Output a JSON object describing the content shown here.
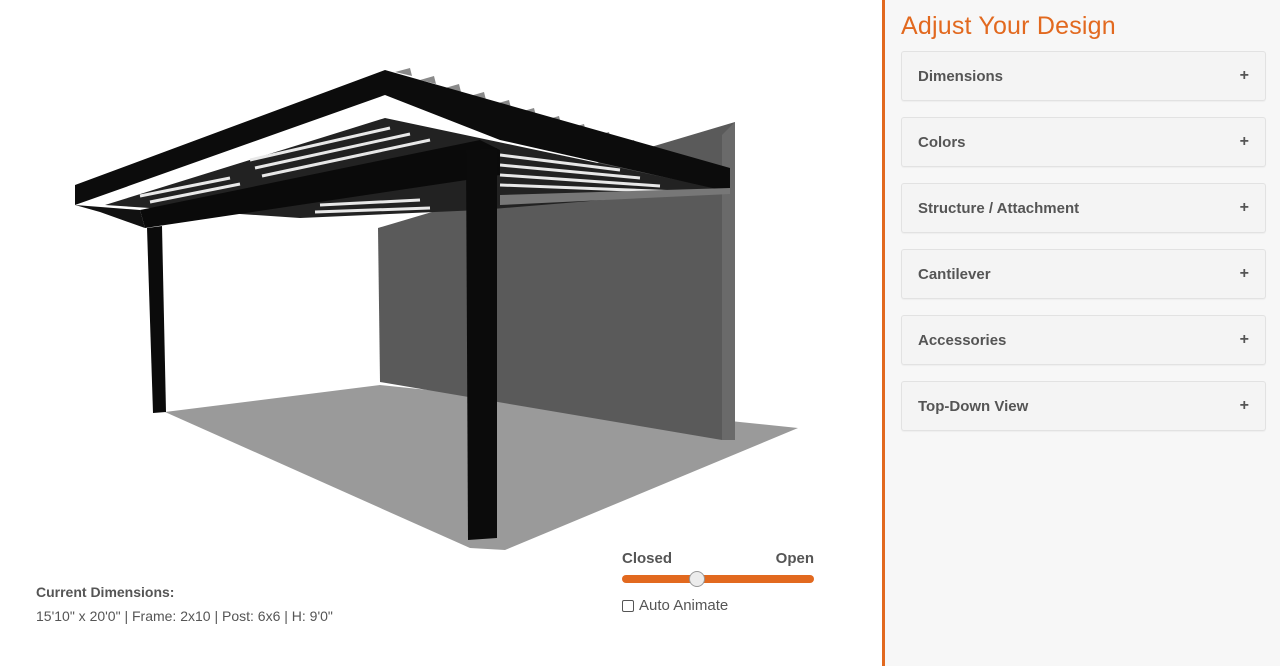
{
  "viewer": {
    "current_dimensions": {
      "title": "Current Dimensions:",
      "value": "15'10\" x 20'0\" | Frame: 2x10 | Post: 6x6 | H: 9'0\""
    },
    "louver_control": {
      "closed_label": "Closed",
      "open_label": "Open",
      "value_percent": 40,
      "track_color": "#e2691f",
      "auto_animate_label": "Auto Animate",
      "auto_animate_checked": false
    }
  },
  "panel": {
    "title": "Adjust Your Design",
    "accent_color": "#e2691f",
    "sections": [
      {
        "label": "Dimensions",
        "icon": "+"
      },
      {
        "label": "Colors",
        "icon": "+"
      },
      {
        "label": "Structure / Attachment",
        "icon": "+"
      },
      {
        "label": "Cantilever",
        "icon": "+"
      },
      {
        "label": "Accessories",
        "icon": "+"
      },
      {
        "label": "Top-Down View",
        "icon": "+"
      }
    ]
  }
}
